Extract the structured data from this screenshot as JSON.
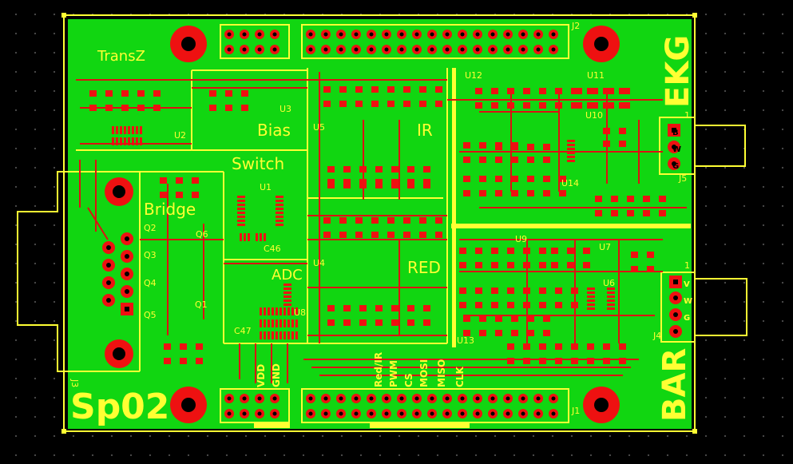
{
  "board": {
    "section_labels": {
      "transz": "TransZ",
      "bias": "Bias",
      "switch": "Switch",
      "bridge": "Bridge",
      "adc": "ADC",
      "ir": "IR",
      "red": "RED"
    },
    "large_labels": {
      "spo2": "Sp02",
      "ekg": "EKG",
      "bar": "BAR"
    },
    "connectors": {
      "j1": "J1",
      "j2": "J2",
      "j3": "J3",
      "j4": "J4",
      "j5": "J5"
    },
    "j5_pins": [
      "B",
      "W",
      "G"
    ],
    "j4_pins": [
      "V",
      "W",
      "G"
    ],
    "bottom_signals": [
      "VDD",
      "GND",
      "Red/IR",
      "PWM",
      "CS",
      "MOSI",
      "MISO",
      "CLK"
    ],
    "ic_labels": [
      "U1",
      "U2",
      "U3",
      "U4",
      "U5",
      "U6",
      "U7",
      "U8",
      "U9",
      "U10",
      "U11",
      "U12",
      "U13",
      "U14"
    ],
    "transistor_labels": [
      "Q1",
      "Q2",
      "Q3",
      "Q4",
      "Q5",
      "Q6"
    ],
    "cap_labels": [
      "C46",
      "C47"
    ],
    "misc_labels": [
      "1"
    ],
    "colors": {
      "board": "#11d611",
      "pad": "#ee1111",
      "silk": "#ffff33",
      "trace": "#dd1111",
      "outline": "#ffff33"
    }
  }
}
